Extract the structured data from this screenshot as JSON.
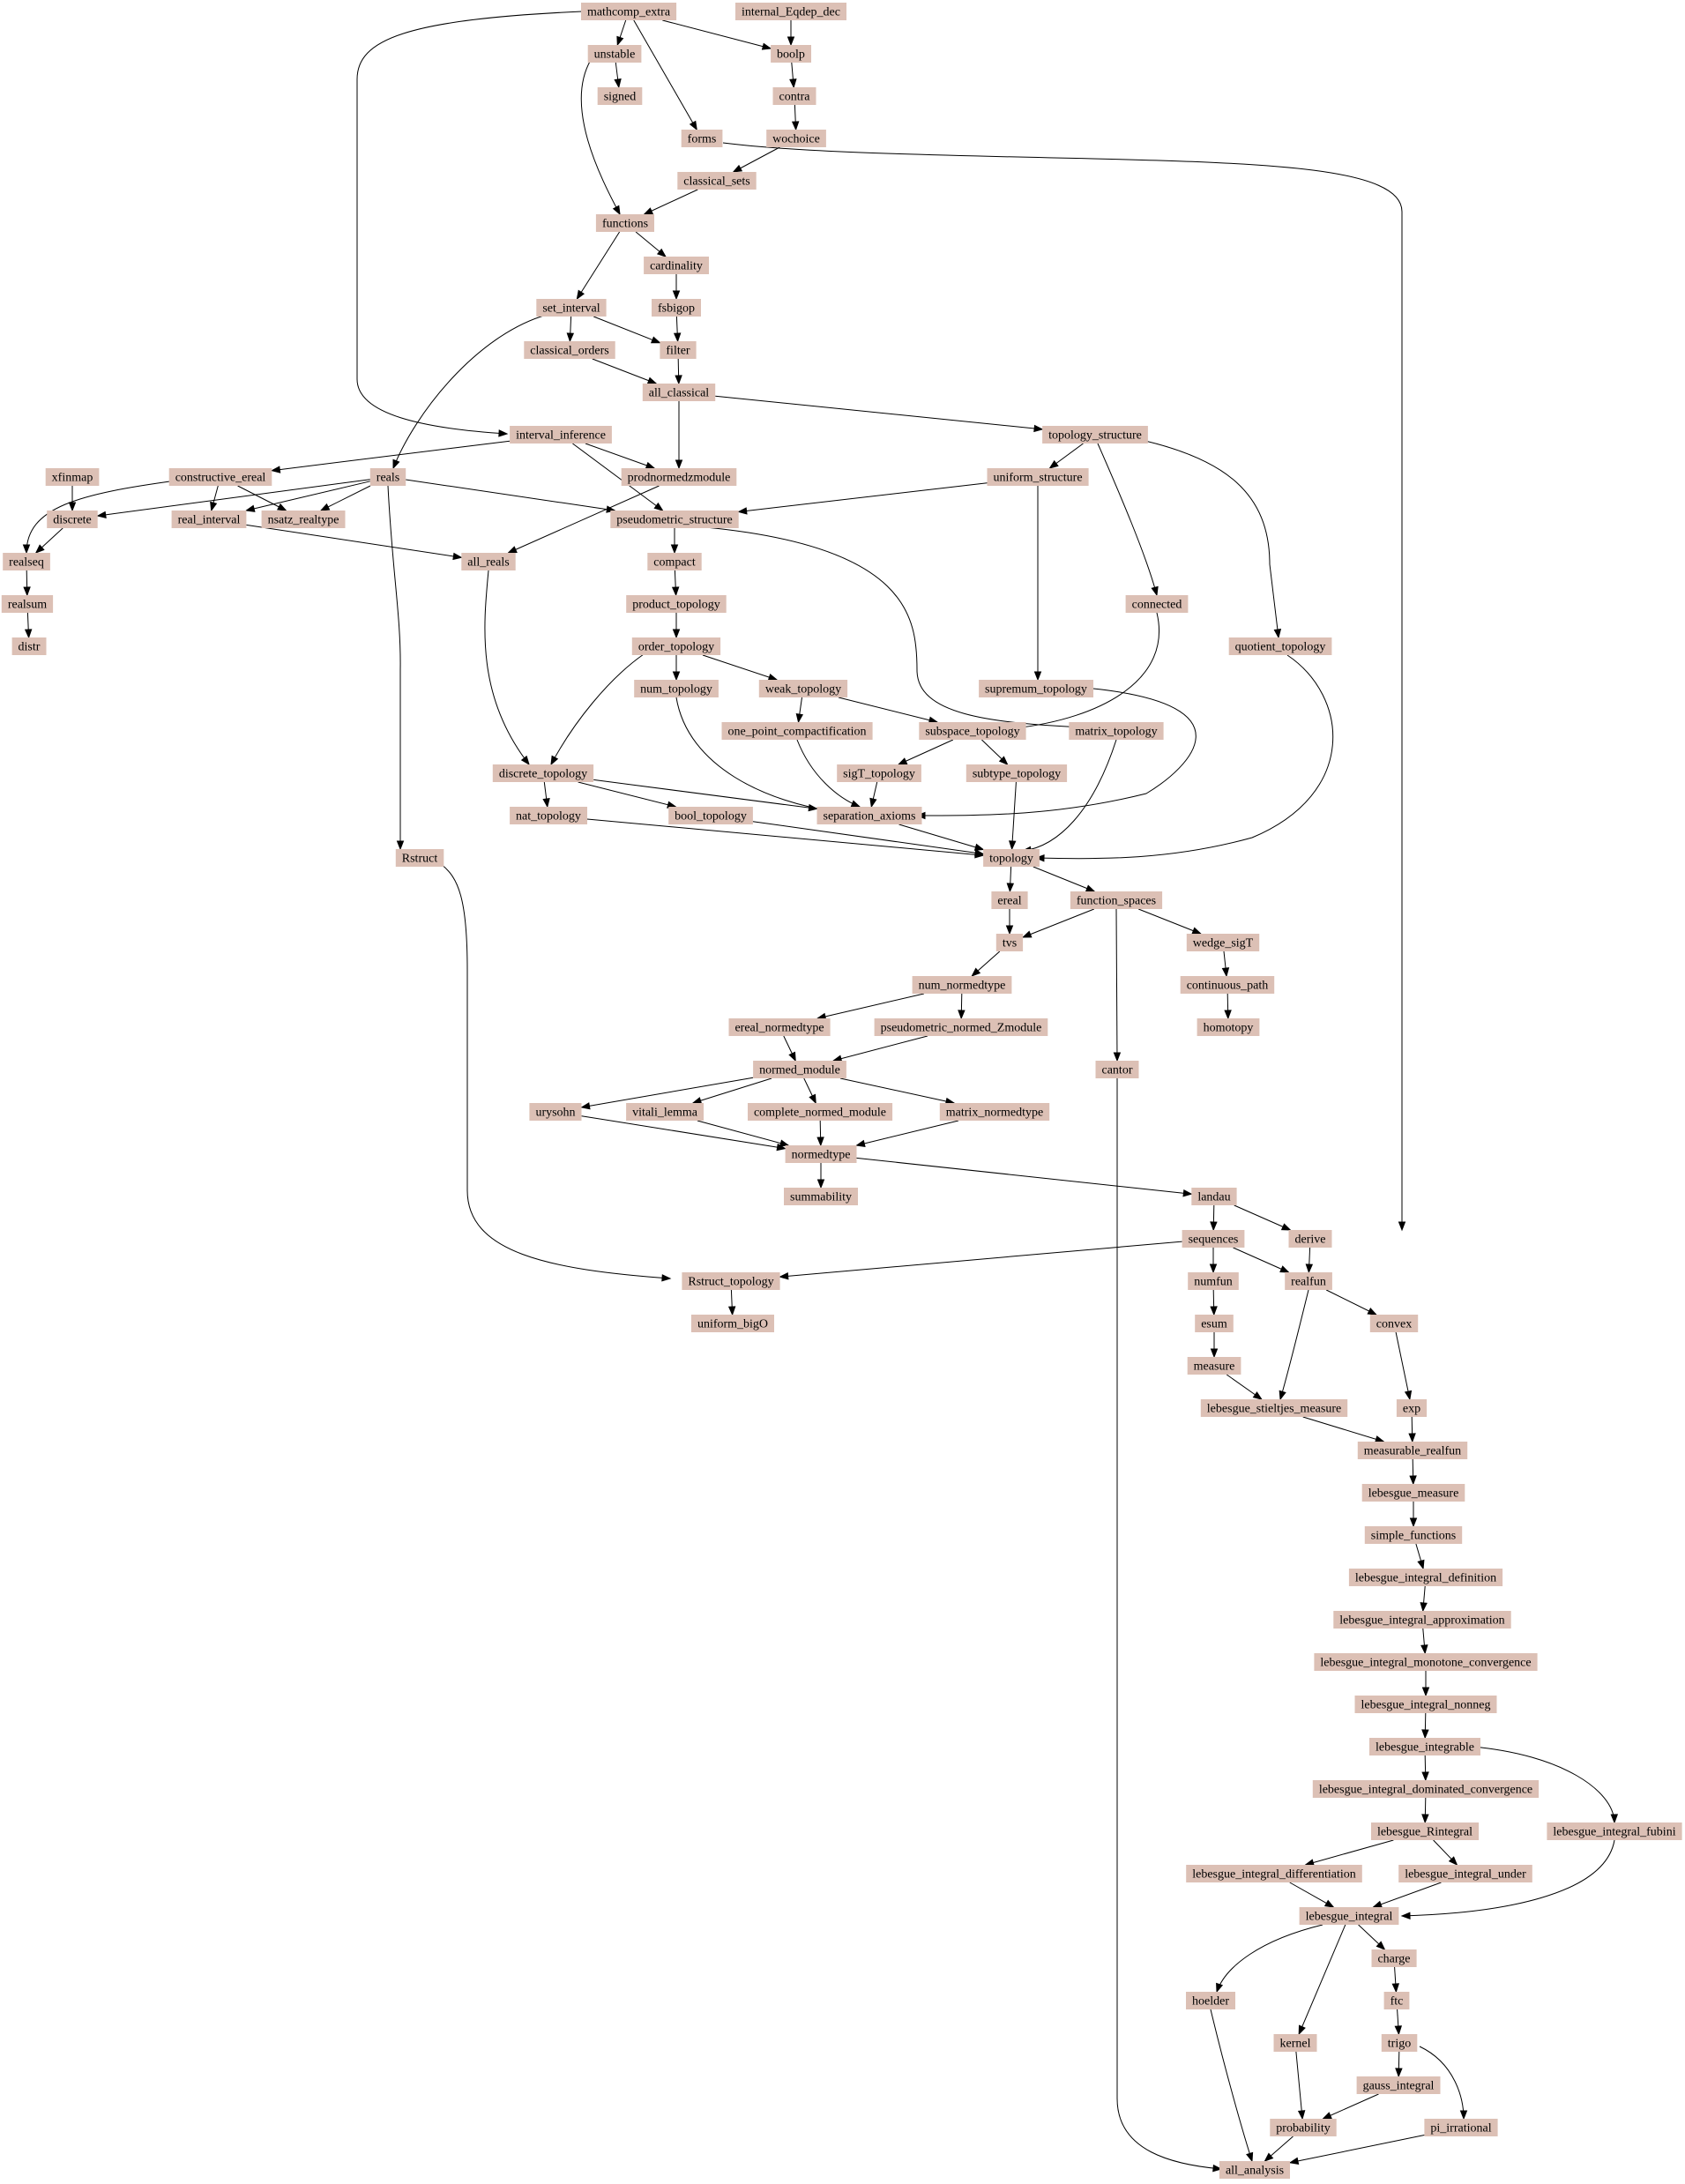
{
  "style": {
    "node_fill": "#dcc0b5",
    "edge_color": "#000000"
  },
  "graph": {
    "nodes": [
      {
        "id": "mathcomp_extra",
        "label": "mathcomp_extra"
      },
      {
        "id": "internal_Eqdep_dec",
        "label": "internal_Eqdep_dec"
      },
      {
        "id": "unstable",
        "label": "unstable"
      },
      {
        "id": "boolp",
        "label": "boolp"
      },
      {
        "id": "signed",
        "label": "signed"
      },
      {
        "id": "contra",
        "label": "contra"
      },
      {
        "id": "forms",
        "label": "forms"
      },
      {
        "id": "wochoice",
        "label": "wochoice"
      },
      {
        "id": "classical_sets",
        "label": "classical_sets"
      },
      {
        "id": "functions",
        "label": "functions"
      },
      {
        "id": "cardinality",
        "label": "cardinality"
      },
      {
        "id": "set_interval",
        "label": "set_interval"
      },
      {
        "id": "fsbigop",
        "label": "fsbigop"
      },
      {
        "id": "classical_orders",
        "label": "classical_orders"
      },
      {
        "id": "filter",
        "label": "filter"
      },
      {
        "id": "all_classical",
        "label": "all_classical"
      },
      {
        "id": "interval_inference",
        "label": "interval_inference"
      },
      {
        "id": "topology_structure",
        "label": "topology_structure"
      },
      {
        "id": "xfinmap",
        "label": "xfinmap"
      },
      {
        "id": "constructive_ereal",
        "label": "constructive_ereal"
      },
      {
        "id": "reals",
        "label": "reals"
      },
      {
        "id": "prodnormedzmodule",
        "label": "prodnormedzmodule"
      },
      {
        "id": "uniform_structure",
        "label": "uniform_structure"
      },
      {
        "id": "discrete",
        "label": "discrete"
      },
      {
        "id": "real_interval",
        "label": "real_interval"
      },
      {
        "id": "nsatz_realtype",
        "label": "nsatz_realtype"
      },
      {
        "id": "pseudometric_structure",
        "label": "pseudometric_structure"
      },
      {
        "id": "realseq",
        "label": "realseq"
      },
      {
        "id": "all_reals",
        "label": "all_reals"
      },
      {
        "id": "compact",
        "label": "compact"
      },
      {
        "id": "realsum",
        "label": "realsum"
      },
      {
        "id": "product_topology",
        "label": "product_topology"
      },
      {
        "id": "connected",
        "label": "connected"
      },
      {
        "id": "distr",
        "label": "distr"
      },
      {
        "id": "order_topology",
        "label": "order_topology"
      },
      {
        "id": "quotient_topology",
        "label": "quotient_topology"
      },
      {
        "id": "num_topology",
        "label": "num_topology"
      },
      {
        "id": "weak_topology",
        "label": "weak_topology"
      },
      {
        "id": "supremum_topology",
        "label": "supremum_topology"
      },
      {
        "id": "one_point_compactification",
        "label": "one_point_compactification"
      },
      {
        "id": "subspace_topology",
        "label": "subspace_topology"
      },
      {
        "id": "matrix_topology",
        "label": "matrix_topology"
      },
      {
        "id": "discrete_topology",
        "label": "discrete_topology"
      },
      {
        "id": "sigT_topology",
        "label": "sigT_topology"
      },
      {
        "id": "subtype_topology",
        "label": "subtype_topology"
      },
      {
        "id": "nat_topology",
        "label": "nat_topology"
      },
      {
        "id": "bool_topology",
        "label": "bool_topology"
      },
      {
        "id": "separation_axioms",
        "label": "separation_axioms"
      },
      {
        "id": "Rstruct",
        "label": "Rstruct"
      },
      {
        "id": "topology",
        "label": "topology"
      },
      {
        "id": "ereal",
        "label": "ereal"
      },
      {
        "id": "function_spaces",
        "label": "function_spaces"
      },
      {
        "id": "tvs",
        "label": "tvs"
      },
      {
        "id": "wedge_sigT",
        "label": "wedge_sigT"
      },
      {
        "id": "num_normedtype",
        "label": "num_normedtype"
      },
      {
        "id": "continuous_path",
        "label": "continuous_path"
      },
      {
        "id": "ereal_normedtype",
        "label": "ereal_normedtype"
      },
      {
        "id": "pseudometric_normed_Zmodule",
        "label": "pseudometric_normed_Zmodule"
      },
      {
        "id": "homotopy",
        "label": "homotopy"
      },
      {
        "id": "normed_module",
        "label": "normed_module"
      },
      {
        "id": "cantor",
        "label": "cantor"
      },
      {
        "id": "urysohn",
        "label": "urysohn"
      },
      {
        "id": "vitali_lemma",
        "label": "vitali_lemma"
      },
      {
        "id": "complete_normed_module",
        "label": "complete_normed_module"
      },
      {
        "id": "matrix_normedtype",
        "label": "matrix_normedtype"
      },
      {
        "id": "normedtype",
        "label": "normedtype"
      },
      {
        "id": "summability",
        "label": "summability"
      },
      {
        "id": "landau",
        "label": "landau"
      },
      {
        "id": "sequences",
        "label": "sequences"
      },
      {
        "id": "derive",
        "label": "derive"
      },
      {
        "id": "Rstruct_topology",
        "label": "Rstruct_topology"
      },
      {
        "id": "numfun",
        "label": "numfun"
      },
      {
        "id": "realfun",
        "label": "realfun"
      },
      {
        "id": "uniform_bigO",
        "label": "uniform_bigO"
      },
      {
        "id": "esum",
        "label": "esum"
      },
      {
        "id": "convex",
        "label": "convex"
      },
      {
        "id": "measure",
        "label": "measure"
      },
      {
        "id": "lebesgue_stieltjes_measure",
        "label": "lebesgue_stieltjes_measure"
      },
      {
        "id": "exp",
        "label": "exp"
      },
      {
        "id": "measurable_realfun",
        "label": "measurable_realfun"
      },
      {
        "id": "lebesgue_measure",
        "label": "lebesgue_measure"
      },
      {
        "id": "simple_functions",
        "label": "simple_functions"
      },
      {
        "id": "lebesgue_integral_definition",
        "label": "lebesgue_integral_definition"
      },
      {
        "id": "lebesgue_integral_approximation",
        "label": "lebesgue_integral_approximation"
      },
      {
        "id": "lebesgue_integral_monotone_convergence",
        "label": "lebesgue_integral_monotone_convergence"
      },
      {
        "id": "lebesgue_integral_nonneg",
        "label": "lebesgue_integral_nonneg"
      },
      {
        "id": "lebesgue_integrable",
        "label": "lebesgue_integrable"
      },
      {
        "id": "lebesgue_integral_dominated_convergence",
        "label": "lebesgue_integral_dominated_convergence"
      },
      {
        "id": "lebesgue_Rintegral",
        "label": "lebesgue_Rintegral"
      },
      {
        "id": "lebesgue_integral_fubini",
        "label": "lebesgue_integral_fubini"
      },
      {
        "id": "lebesgue_integral_differentiation",
        "label": "lebesgue_integral_differentiation"
      },
      {
        "id": "lebesgue_integral_under",
        "label": "lebesgue_integral_under"
      },
      {
        "id": "lebesgue_integral",
        "label": "lebesgue_integral"
      },
      {
        "id": "charge",
        "label": "charge"
      },
      {
        "id": "hoelder",
        "label": "hoelder"
      },
      {
        "id": "ftc",
        "label": "ftc"
      },
      {
        "id": "kernel",
        "label": "kernel"
      },
      {
        "id": "trigo",
        "label": "trigo"
      },
      {
        "id": "gauss_integral",
        "label": "gauss_integral"
      },
      {
        "id": "probability",
        "label": "probability"
      },
      {
        "id": "pi_irrational",
        "label": "pi_irrational"
      },
      {
        "id": "all_analysis",
        "label": "all_analysis"
      }
    ],
    "edges": [
      [
        "mathcomp_extra",
        "unstable"
      ],
      [
        "mathcomp_extra",
        "boolp"
      ],
      [
        "mathcomp_extra",
        "forms"
      ],
      [
        "mathcomp_extra",
        "interval_inference"
      ],
      [
        "internal_Eqdep_dec",
        "boolp"
      ],
      [
        "unstable",
        "signed"
      ],
      [
        "unstable",
        "functions"
      ],
      [
        "boolp",
        "contra"
      ],
      [
        "contra",
        "wochoice"
      ],
      [
        "forms",
        "derive"
      ],
      [
        "wochoice",
        "classical_sets"
      ],
      [
        "classical_sets",
        "functions"
      ],
      [
        "functions",
        "cardinality"
      ],
      [
        "functions",
        "set_interval"
      ],
      [
        "cardinality",
        "fsbigop"
      ],
      [
        "fsbigop",
        "filter"
      ],
      [
        "set_interval",
        "filter"
      ],
      [
        "set_interval",
        "classical_orders"
      ],
      [
        "set_interval",
        "reals"
      ],
      [
        "classical_orders",
        "all_classical"
      ],
      [
        "filter",
        "all_classical"
      ],
      [
        "all_classical",
        "prodnormedzmodule"
      ],
      [
        "all_classical",
        "topology_structure"
      ],
      [
        "interval_inference",
        "constructive_ereal"
      ],
      [
        "interval_inference",
        "prodnormedzmodule"
      ],
      [
        "interval_inference",
        "pseudometric_structure"
      ],
      [
        "topology_structure",
        "uniform_structure"
      ],
      [
        "topology_structure",
        "connected"
      ],
      [
        "topology_structure",
        "quotient_topology"
      ],
      [
        "xfinmap",
        "discrete"
      ],
      [
        "constructive_ereal",
        "realseq"
      ],
      [
        "constructive_ereal",
        "real_interval"
      ],
      [
        "constructive_ereal",
        "nsatz_realtype"
      ],
      [
        "reals",
        "discrete"
      ],
      [
        "reals",
        "real_interval"
      ],
      [
        "reals",
        "nsatz_realtype"
      ],
      [
        "reals",
        "pseudometric_structure"
      ],
      [
        "reals",
        "Rstruct"
      ],
      [
        "prodnormedzmodule",
        "all_reals"
      ],
      [
        "uniform_structure",
        "pseudometric_structure"
      ],
      [
        "uniform_structure",
        "supremum_topology"
      ],
      [
        "discrete",
        "realseq"
      ],
      [
        "real_interval",
        "all_reals"
      ],
      [
        "pseudometric_structure",
        "compact"
      ],
      [
        "pseudometric_structure",
        "matrix_topology"
      ],
      [
        "realseq",
        "realsum"
      ],
      [
        "realsum",
        "distr"
      ],
      [
        "all_reals",
        "discrete_topology"
      ],
      [
        "compact",
        "product_topology"
      ],
      [
        "product_topology",
        "order_topology"
      ],
      [
        "connected",
        "subspace_topology"
      ],
      [
        "quotient_topology",
        "topology"
      ],
      [
        "order_topology",
        "num_topology"
      ],
      [
        "order_topology",
        "weak_topology"
      ],
      [
        "order_topology",
        "discrete_topology"
      ],
      [
        "weak_topology",
        "one_point_compactification"
      ],
      [
        "weak_topology",
        "subspace_topology"
      ],
      [
        "num_topology",
        "separation_axioms"
      ],
      [
        "supremum_topology",
        "separation_axioms"
      ],
      [
        "one_point_compactification",
        "separation_axioms"
      ],
      [
        "subspace_topology",
        "sigT_topology"
      ],
      [
        "subspace_topology",
        "subtype_topology"
      ],
      [
        "matrix_topology",
        "topology"
      ],
      [
        "discrete_topology",
        "nat_topology"
      ],
      [
        "discrete_topology",
        "bool_topology"
      ],
      [
        "discrete_topology",
        "separation_axioms"
      ],
      [
        "sigT_topology",
        "separation_axioms"
      ],
      [
        "subtype_topology",
        "topology"
      ],
      [
        "nat_topology",
        "topology"
      ],
      [
        "bool_topology",
        "topology"
      ],
      [
        "separation_axioms",
        "topology"
      ],
      [
        "Rstruct",
        "Rstruct_topology"
      ],
      [
        "topology",
        "ereal"
      ],
      [
        "topology",
        "function_spaces"
      ],
      [
        "ereal",
        "tvs"
      ],
      [
        "function_spaces",
        "tvs"
      ],
      [
        "function_spaces",
        "wedge_sigT"
      ],
      [
        "function_spaces",
        "cantor"
      ],
      [
        "tvs",
        "num_normedtype"
      ],
      [
        "wedge_sigT",
        "continuous_path"
      ],
      [
        "continuous_path",
        "homotopy"
      ],
      [
        "num_normedtype",
        "ereal_normedtype"
      ],
      [
        "num_normedtype",
        "pseudometric_normed_Zmodule"
      ],
      [
        "ereal_normedtype",
        "normed_module"
      ],
      [
        "pseudometric_normed_Zmodule",
        "normed_module"
      ],
      [
        "normed_module",
        "urysohn"
      ],
      [
        "normed_module",
        "vitali_lemma"
      ],
      [
        "normed_module",
        "complete_normed_module"
      ],
      [
        "normed_module",
        "matrix_normedtype"
      ],
      [
        "urysohn",
        "normedtype"
      ],
      [
        "vitali_lemma",
        "normedtype"
      ],
      [
        "complete_normed_module",
        "normedtype"
      ],
      [
        "matrix_normedtype",
        "normedtype"
      ],
      [
        "normedtype",
        "summability"
      ],
      [
        "normedtype",
        "landau"
      ],
      [
        "landau",
        "sequences"
      ],
      [
        "landau",
        "derive"
      ],
      [
        "sequences",
        "Rstruct_topology"
      ],
      [
        "sequences",
        "numfun"
      ],
      [
        "sequences",
        "realfun"
      ],
      [
        "derive",
        "realfun"
      ],
      [
        "Rstruct_topology",
        "uniform_bigO"
      ],
      [
        "numfun",
        "esum"
      ],
      [
        "esum",
        "measure"
      ],
      [
        "measure",
        "lebesgue_stieltjes_measure"
      ],
      [
        "realfun",
        "lebesgue_stieltjes_measure"
      ],
      [
        "realfun",
        "convex"
      ],
      [
        "convex",
        "exp"
      ],
      [
        "lebesgue_stieltjes_measure",
        "measurable_realfun"
      ],
      [
        "exp",
        "measurable_realfun"
      ],
      [
        "measurable_realfun",
        "lebesgue_measure"
      ],
      [
        "lebesgue_measure",
        "simple_functions"
      ],
      [
        "simple_functions",
        "lebesgue_integral_definition"
      ],
      [
        "lebesgue_integral_definition",
        "lebesgue_integral_approximation"
      ],
      [
        "lebesgue_integral_approximation",
        "lebesgue_integral_monotone_convergence"
      ],
      [
        "lebesgue_integral_monotone_convergence",
        "lebesgue_integral_nonneg"
      ],
      [
        "lebesgue_integral_nonneg",
        "lebesgue_integrable"
      ],
      [
        "lebesgue_integrable",
        "lebesgue_integral_dominated_convergence"
      ],
      [
        "lebesgue_integrable",
        "lebesgue_integral_fubini"
      ],
      [
        "lebesgue_integral_dominated_convergence",
        "lebesgue_Rintegral"
      ],
      [
        "lebesgue_Rintegral",
        "lebesgue_integral_differentiation"
      ],
      [
        "lebesgue_Rintegral",
        "lebesgue_integral_under"
      ],
      [
        "lebesgue_integral_differentiation",
        "lebesgue_integral"
      ],
      [
        "lebesgue_integral_under",
        "lebesgue_integral"
      ],
      [
        "lebesgue_integral_fubini",
        "lebesgue_integral"
      ],
      [
        "lebesgue_integral",
        "charge"
      ],
      [
        "lebesgue_integral",
        "hoelder"
      ],
      [
        "lebesgue_integral",
        "kernel"
      ],
      [
        "charge",
        "ftc"
      ],
      [
        "ftc",
        "trigo"
      ],
      [
        "trigo",
        "gauss_integral"
      ],
      [
        "trigo",
        "pi_irrational"
      ],
      [
        "gauss_integral",
        "probability"
      ],
      [
        "kernel",
        "probability"
      ],
      [
        "probability",
        "all_analysis"
      ],
      [
        "pi_irrational",
        "all_analysis"
      ],
      [
        "hoelder",
        "all_analysis"
      ],
      [
        "cantor",
        "all_analysis"
      ]
    ]
  }
}
